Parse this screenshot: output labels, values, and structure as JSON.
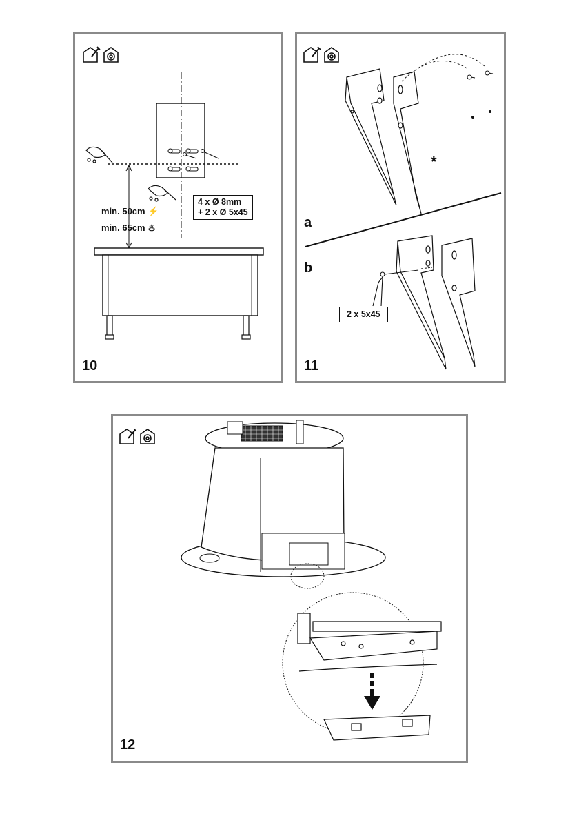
{
  "figures": [
    {
      "number": "10",
      "labels": {
        "min_electric": "min. 50cm",
        "min_gas": "min. 65cm"
      },
      "spec": {
        "line1": "4 x Ø 8mm",
        "line2": "+ 2 x Ø 5x45"
      },
      "icons": [
        "installer-icon",
        "home-icon"
      ]
    },
    {
      "number": "11",
      "step_a": "a",
      "step_b": "b",
      "asterisk": "*",
      "screw_label": "2 x 5x45",
      "icons": [
        "installer-icon",
        "home-icon"
      ]
    },
    {
      "number": "12",
      "icons": [
        "installer-icon",
        "home-icon"
      ]
    }
  ]
}
